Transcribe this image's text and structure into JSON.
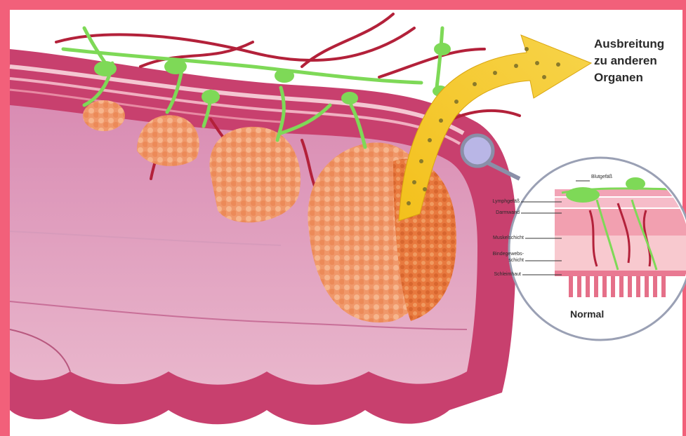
{
  "figure": {
    "spread_label": {
      "line1": "Ausbreitung",
      "line2": "zu anderen",
      "line3": "Organen"
    },
    "inset": {
      "title": "Normal",
      "labels": {
        "blood_vessel": "Blutgefäß",
        "lymph_vessel": "Lymphgefäß",
        "intestinal_wall": "Darmwand",
        "muscle_layer": "Muskelschicht",
        "connective_tissue_line1": "Bindegewebs-",
        "connective_tissue_line2": "schicht",
        "mucosa": "Schleimhaut"
      }
    }
  },
  "colors": {
    "frame": "#f2607a",
    "colon_wall": "#c8406e",
    "colon_lumen": "#e6a9c6",
    "tumor": "#f0986a",
    "tumor_deep": "#e8793e",
    "lymph": "#7ed957",
    "blood_vessel": "#b3213a",
    "spread_arrow": "#f5c518"
  }
}
